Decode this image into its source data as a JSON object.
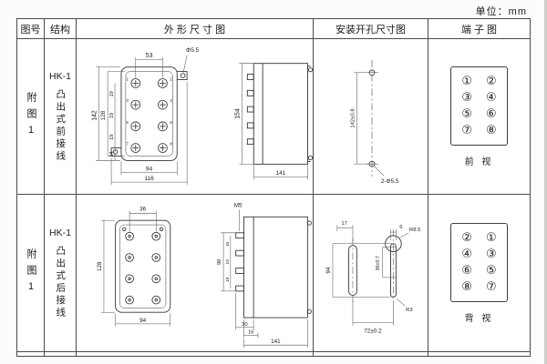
{
  "unit_label": "单位：mm",
  "headers": {
    "fig": "图号",
    "struct": "结构",
    "outline": "外 形 尺 寸 图",
    "install": "安装开孔尺寸图",
    "terminal": "端 子 图"
  },
  "rows": [
    {
      "fig_no": "附图1",
      "model": "HK-1",
      "structure": "凸出式前接线",
      "outline": {
        "w_top": "53",
        "hole": "Φ5.5",
        "h_total": "142",
        "h_inner": "128",
        "pitch1": "19",
        "pitch2": "19",
        "pitch3": "19",
        "offset": "14",
        "w_body": "94",
        "w_total": "116",
        "side_h": "154",
        "side_w": "141",
        "screws": [
          "1",
          "2",
          "3",
          "4",
          "5",
          "6",
          "7",
          "8"
        ]
      },
      "install": {
        "spacing": "142±0.8",
        "holes": "2-Φ5.5"
      },
      "terminal": {
        "numbers": [
          "①",
          "②",
          "③",
          "④",
          "⑤",
          "⑥",
          "⑦",
          "⑧"
        ],
        "caption": "前 视"
      }
    },
    {
      "fig_no": "附图1",
      "model": "HK-1",
      "structure": "凸出式后接线",
      "outline": {
        "w_top": "36",
        "screw": "M5",
        "h_inner": "128",
        "stud_h": "98",
        "pitch1": "19",
        "pitch2": "19",
        "pitch3": "19",
        "stud_d": "30",
        "offset": "16",
        "w_body": "94",
        "side_w": "141"
      },
      "install": {
        "d1": "17",
        "d2": "6",
        "r_top": "R8.5",
        "v": "94",
        "slot": "36±0.7",
        "r_bot": "R3",
        "span": "72±0.2"
      },
      "terminal": {
        "numbers": [
          "②",
          "①",
          "④",
          "③",
          "⑥",
          "⑤",
          "⑧",
          "⑦"
        ],
        "caption": "背 视"
      }
    }
  ]
}
